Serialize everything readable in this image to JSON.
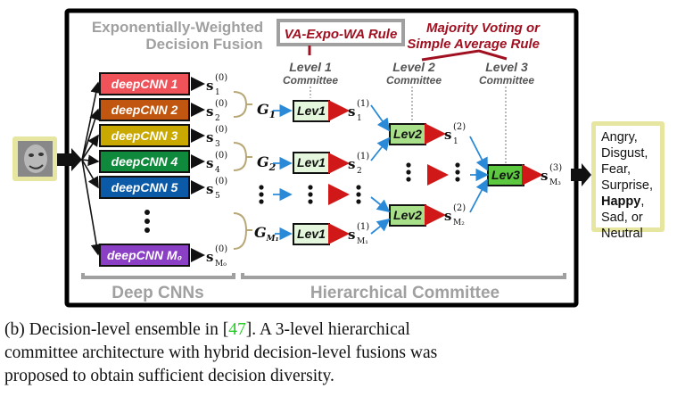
{
  "figure": {
    "title_line1": "Exponentially-Weighted",
    "title_line2": "Decision Fusion",
    "rule_box": "VA-Expo-WA Rule",
    "majority_line1": "Majority Voting or",
    "majority_line2": "Simple Average Rule",
    "levels": [
      {
        "label": "Level 1",
        "sub": "Committee"
      },
      {
        "label": "Level 2",
        "sub": "Committee"
      },
      {
        "label": "Level 3",
        "sub": "Committee"
      }
    ],
    "cnns": [
      {
        "label": "deepCNN 1",
        "color": "#f0525a",
        "score": "s",
        "sub": "1",
        "sup": "(0)"
      },
      {
        "label": "deepCNN 2",
        "color": "#c0560f",
        "score": "s",
        "sub": "2",
        "sup": "(0)"
      },
      {
        "label": "deepCNN 3",
        "color": "#c9a800",
        "score": "s",
        "sub": "3",
        "sup": "(0)"
      },
      {
        "label": "deepCNN 4",
        "color": "#0f8a3c",
        "score": "s",
        "sub": "4",
        "sup": "(0)"
      },
      {
        "label": "deepCNN 5",
        "color": "#0a5aa8",
        "score": "s",
        "sub": "5",
        "sup": "(0)"
      },
      {
        "label": "deepCNN M0",
        "color": "#8a3fc4",
        "score": "s",
        "sub": "M0",
        "sup": "(0)"
      }
    ],
    "groups": [
      "G1",
      "G2",
      "GM1"
    ],
    "lev1_label": "Lev1",
    "lev2_label": "Lev2",
    "lev3_label": "Lev3",
    "lev1_outputs": [
      {
        "sub": "1",
        "sup": "(1)"
      },
      {
        "sub": "2",
        "sup": "(1)"
      },
      {
        "sub": "M1",
        "sup": "(1)"
      }
    ],
    "lev2_outputs": [
      {
        "sub": "1",
        "sup": "(2)"
      },
      {
        "sub": "M2",
        "sup": "(2)"
      }
    ],
    "lev3_output": {
      "sub": "M3",
      "sup": "(3)"
    },
    "section_left": "Deep CNNs",
    "section_right": "Hierarchical Committee",
    "input_image": "face-image",
    "output_classes": [
      "Angry,",
      "Disgust,",
      "Fear,",
      "Surprise,",
      "Happy",
      "Sad, or",
      "Neutral"
    ],
    "output_bold": "Happy",
    "colors": {
      "rule_red": "#a01020",
      "blue_arrow": "#2a8ad8",
      "red_arrow": "#d01818",
      "gray_text": "#a0a0a0",
      "lev1_fill": "#e4f6dc",
      "lev2_fill": "#a8e08a",
      "lev3_fill": "#5cc840",
      "bracket": "#b8a878",
      "highlight_border": "#e6e6a0"
    }
  },
  "caption": {
    "prefix": "(b) Decision-level ensemble in [",
    "ref": "47",
    "suffix": "]. A 3-level hierarchical committee architecture with hybrid decision-level fusions was proposed to obtain sufficient decision diversity."
  }
}
